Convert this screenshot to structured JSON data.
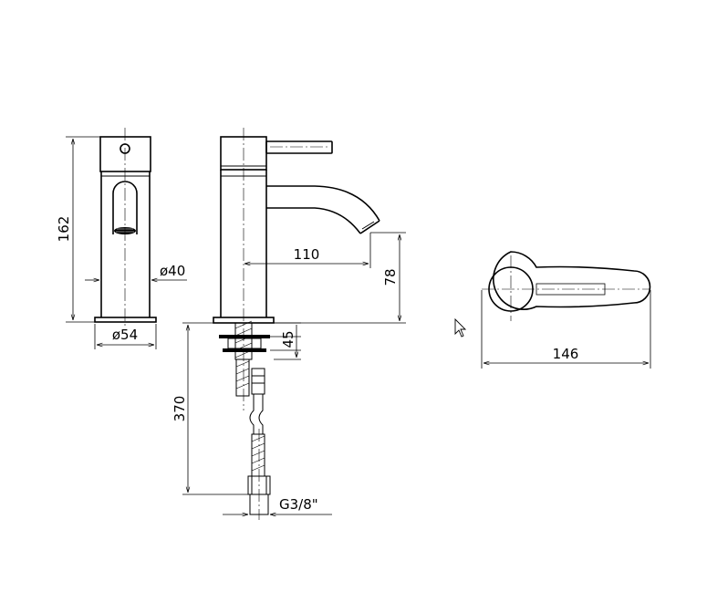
{
  "dimensions": {
    "height": "162",
    "body_diameter": "ø40",
    "base_diameter": "ø54",
    "spout_reach": "110",
    "spout_height": "78",
    "mount_thickness": "45",
    "hose_length": "370",
    "connection": "G3/8\"",
    "handle_length": "146"
  },
  "icons": {
    "cursor": "mouse-pointer-icon"
  }
}
